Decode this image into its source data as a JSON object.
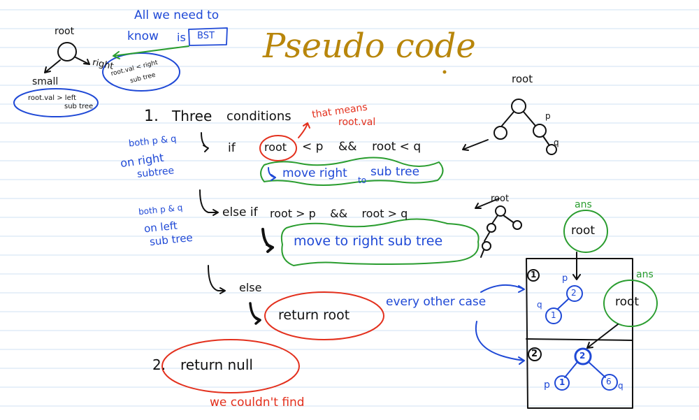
{
  "page": {
    "ruling_color": "#cfe0f3",
    "ink": {
      "black": "#111111",
      "blue": "#1f49d6",
      "red": "#e3301d",
      "green": "#2a9d2f",
      "gold": "#b8860b"
    }
  },
  "title": "Pseudo code",
  "top_left": {
    "note_line1": "All we need to",
    "note_line2": "know",
    "note_is": "is",
    "note_bst": "BST",
    "root": "root",
    "small": "small",
    "right": "right",
    "small_cond1": "root.val > left",
    "small_cond2": "sub tree",
    "right_cond1": "root.val < right",
    "right_cond2": "sub tree"
  },
  "step1": {
    "heading_num": "1.",
    "heading_text": "Three",
    "heading_text2": "conditions",
    "c1_kw": "if",
    "c1_expr_root": "root",
    "c1_expr_rest": "< p    &&    root < q",
    "c1_annot1": "that means",
    "c1_annot2": "root.val",
    "c1_action": "move right",
    "c1_action_to": "to",
    "c1_action_rest": "sub tree",
    "c1_side1": "both p & q",
    "c1_side2": "on right",
    "c1_side3": "subtree",
    "c2_kw": "else if",
    "c2_expr": "root > p    &&    root > q",
    "c2_action": "move to right sub tree",
    "c2_side1": "both p & q",
    "c2_side2": "on left",
    "c2_side3": "sub tree",
    "c3_kw": "else",
    "c3_action": "return root",
    "c3_side": "every other case"
  },
  "step2": {
    "num": "2.",
    "text": "return null",
    "note": "we couldn't find"
  },
  "right_side": {
    "root_label_top": "root",
    "p_label": "p",
    "q_label": "q",
    "root_label_mid": "root",
    "ans": "ans",
    "ans_root": "root",
    "box_num1": "1",
    "box_num2": "2",
    "b1_p": "p",
    "b1_q": "q",
    "b1_node_top": "2",
    "b1_node_bottom": "1",
    "b2_node_top": "2",
    "b2_node_left": "1",
    "b2_node_right": "6",
    "b2_p": "p",
    "b2_q": "q",
    "ans2": "ans",
    "ans2_root": "root"
  }
}
